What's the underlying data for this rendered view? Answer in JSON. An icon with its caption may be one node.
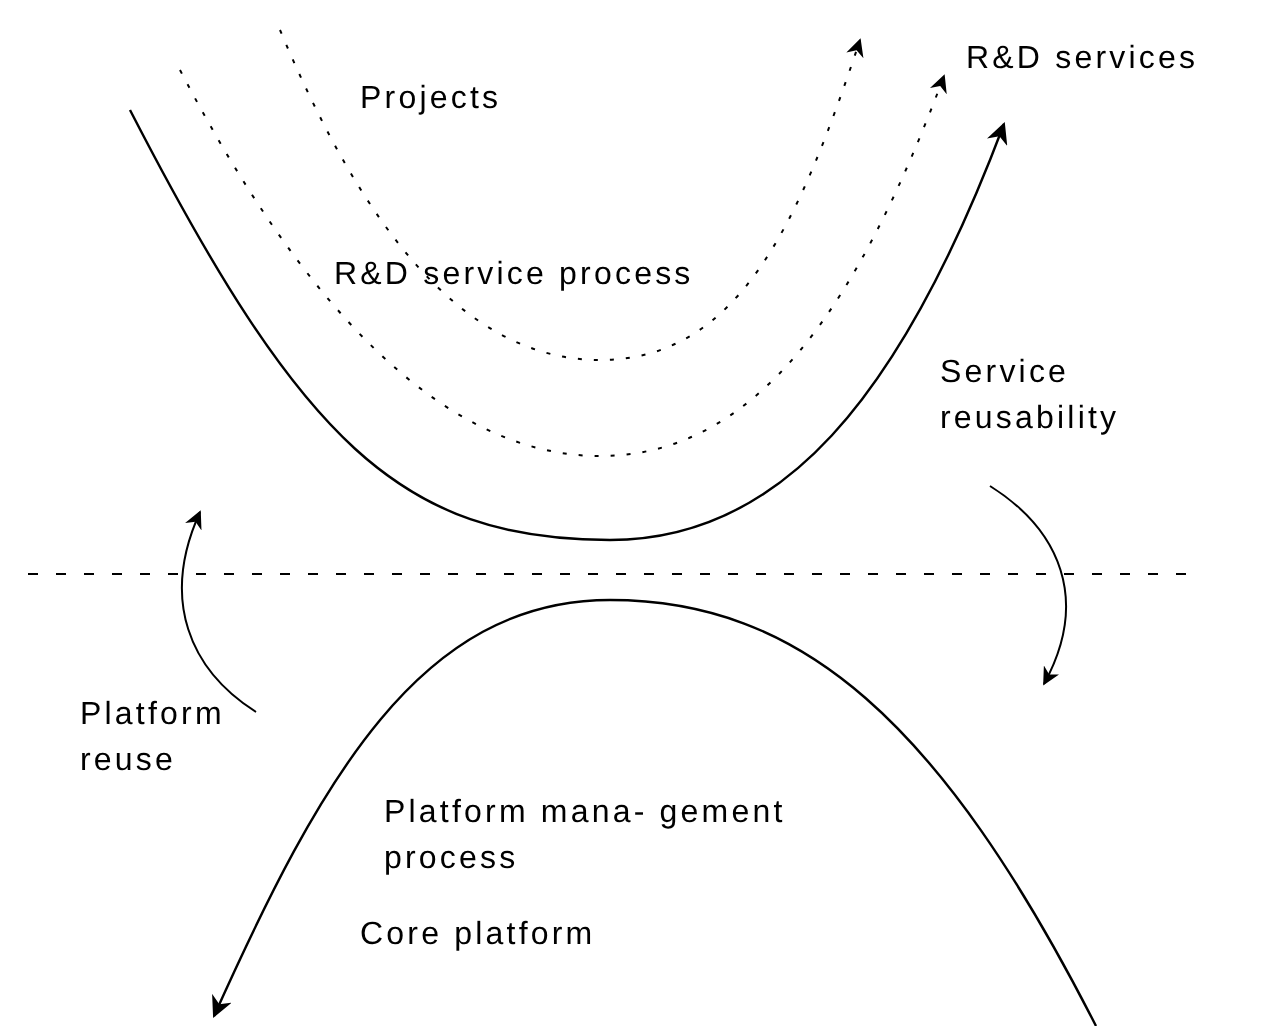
{
  "diagram": {
    "labels": [
      "Projects",
      "R&D services",
      "R&D service process",
      "Service reusability",
      "Platform reuse",
      "Platform mana- gement process",
      "Core platform"
    ]
  }
}
